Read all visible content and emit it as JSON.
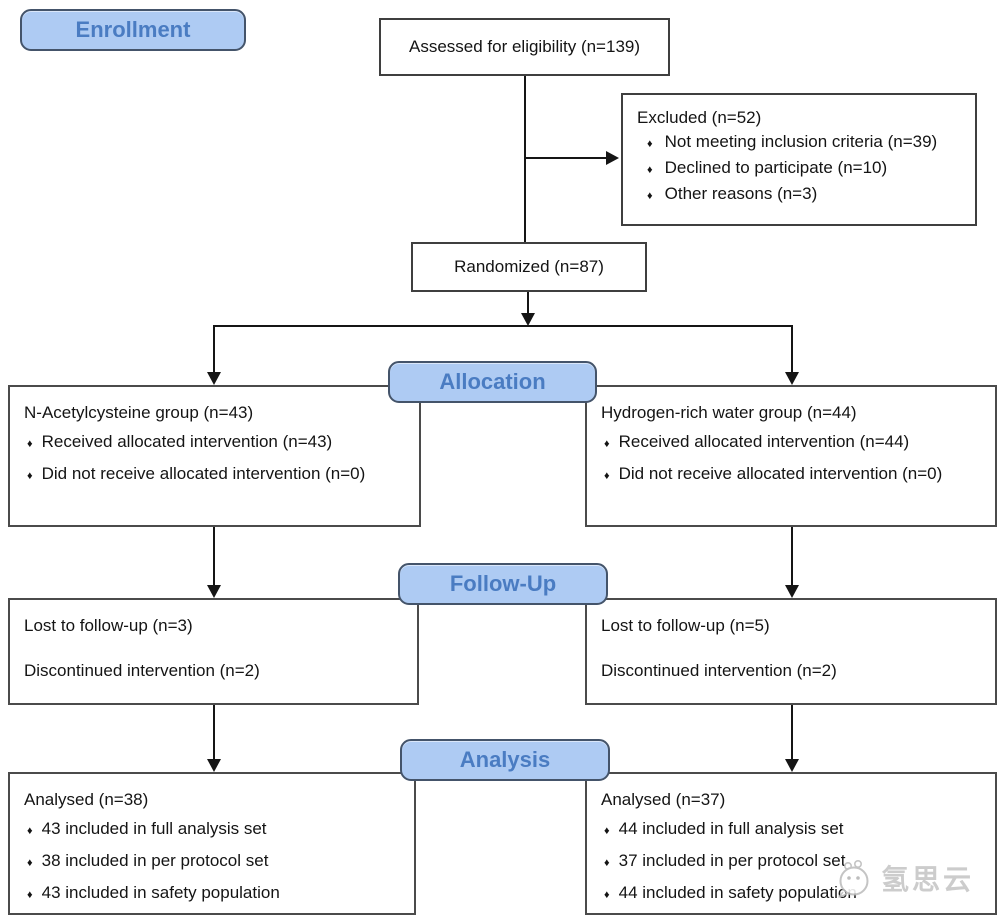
{
  "diagram": {
    "type": "consort-flow",
    "stage_labels": {
      "enrollment": "Enrollment",
      "allocation": "Allocation",
      "followup": "Follow-Up",
      "analysis": "Analysis"
    },
    "boxes": {
      "assessed": {
        "text": "Assessed for eligibility (n=139)"
      },
      "excluded": {
        "title": "Excluded  (n=52)",
        "bullets": [
          "Not meeting inclusion criteria (n=39)",
          "Declined to participate (n=10)",
          "Other reasons (n=3)"
        ]
      },
      "randomized": {
        "text": "Randomized (n=87)"
      },
      "alloc_left": {
        "title": "N-Acetylcysteine group (n=43)",
        "bullets": [
          "Received allocated intervention (n=43)",
          "Did not receive allocated intervention (n=0)"
        ]
      },
      "alloc_right": {
        "title": "Hydrogen-rich water group (n=44)",
        "bullets": [
          "Received allocated intervention (n=44)",
          "Did not receive allocated intervention (n=0)"
        ]
      },
      "followup_left": {
        "lines": [
          "Lost to follow-up (n=3)",
          "Discontinued intervention (n=2)"
        ]
      },
      "followup_right": {
        "lines": [
          "Lost to follow-up (n=5)",
          "Discontinued intervention (n=2)"
        ]
      },
      "analysis_left": {
        "title": "Analysed  (n=38)",
        "bullets": [
          "43 included in full analysis set",
          "38 included in per protocol set",
          "43 included in safety population"
        ]
      },
      "analysis_right": {
        "title": "Analysed  (n=37)",
        "bullets": [
          "44 included in full analysis set",
          "37 included in per protocol set",
          "44 included in safety population"
        ]
      }
    },
    "glyphs": {
      "bullet": "♦"
    },
    "colors": {
      "pill_fill": "#aecbf3",
      "pill_border": "#44546a",
      "pill_text": "#4a7cc2",
      "box_border": "#4b4b4b",
      "line": "#151515"
    },
    "watermark": {
      "text": "氢思云"
    }
  }
}
